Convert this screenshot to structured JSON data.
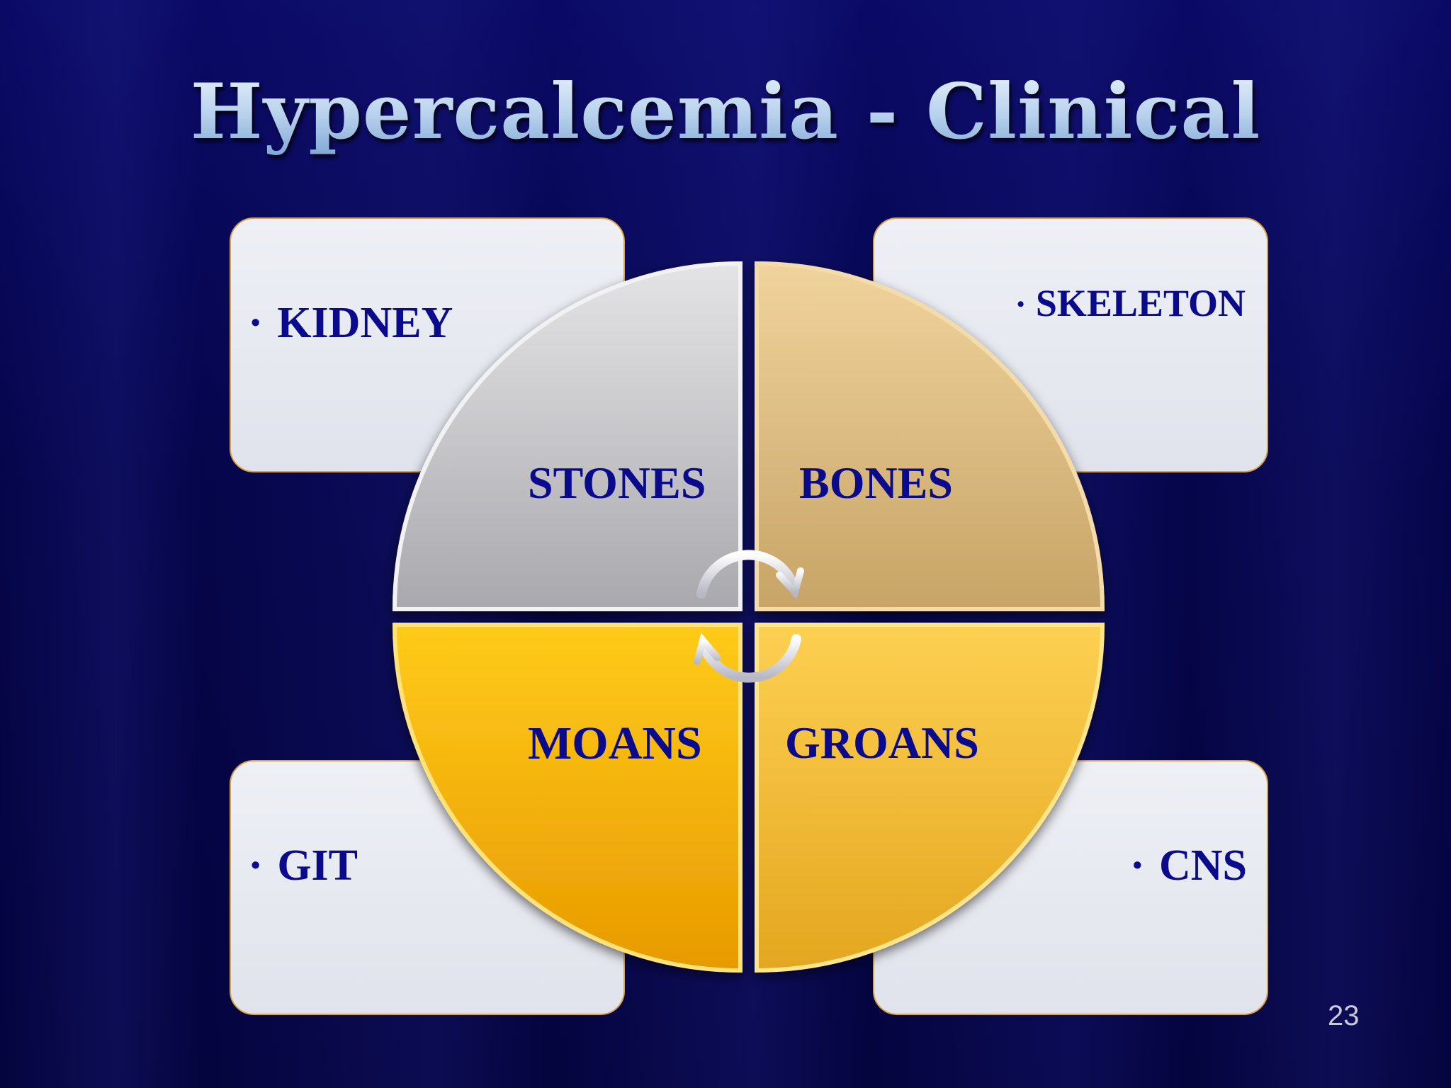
{
  "slide": {
    "title": "Hypercalcemia - Clinical",
    "page_number": "23"
  },
  "cards": {
    "top_left": {
      "bullet": "•",
      "text": "KIDNEY"
    },
    "top_right": {
      "bullet": "•",
      "text": "SKELETON"
    },
    "bottom_left": {
      "bullet": "•",
      "text": "GIT"
    },
    "bottom_right": {
      "bullet": "•",
      "text": "CNS"
    }
  },
  "quadrants": {
    "top_left": "STONES",
    "top_right": "BONES",
    "bottom_left": "MOANS",
    "bottom_right": "GROANS"
  },
  "colors": {
    "background": "#06064f",
    "text_navy": "#0a0a8c",
    "card_fill": "#e6e8f0",
    "card_border": "#d9a441",
    "stones_gray": "#b9b9bd",
    "bones_tan": "#d6b67e",
    "moans_gold": "#f7b80c",
    "groans_gold": "#f0bb32"
  },
  "icons": {
    "center": "circular-arrows-icon"
  }
}
